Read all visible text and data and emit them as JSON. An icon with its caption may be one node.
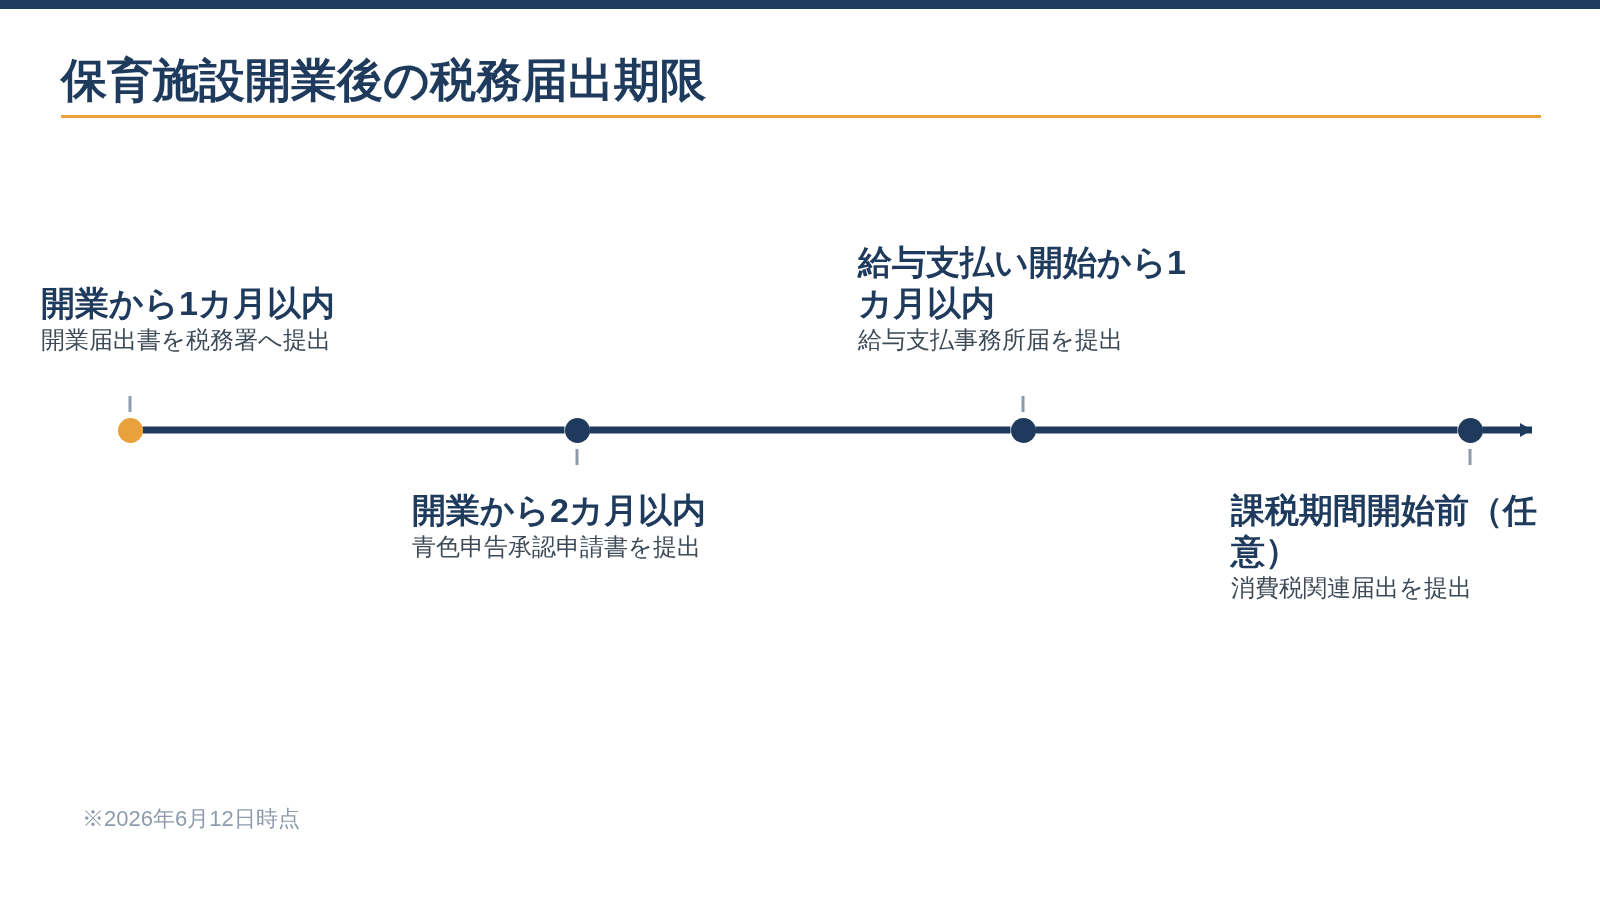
{
  "diagram": {
    "title": "保育施設開業後の税務届出期限",
    "nodes": [
      {
        "text": [],
        "shape": "circle",
        "beside": [
          "開業から1カ月以内",
          "開業届出書を税務署へ提出"
        ]
      },
      {
        "text": [],
        "shape": "circle",
        "beside": [
          "開業から2カ月以内",
          "青色申告承認申請書を提出"
        ]
      },
      {
        "text": [],
        "shape": "circle",
        "beside": [
          "給与支払い開始から1カ月以内",
          "給与支払事務所届を提出"
        ]
      },
      {
        "text": [],
        "shape": "circle",
        "beside": [
          "課税期間開始前（任意）",
          "消費税関連届出を提出"
        ]
      }
    ],
    "edges": [
      {
        "from": 0,
        "to": 1,
        "arrow": "none"
      },
      {
        "from": 1,
        "to": 2,
        "arrow": "none"
      },
      {
        "from": 2,
        "to": 3,
        "arrow": "none"
      },
      {
        "from": 3,
        "to": null,
        "arrow": "to"
      }
    ],
    "labels": [
      "※2026年6月12日時点"
    ]
  }
}
